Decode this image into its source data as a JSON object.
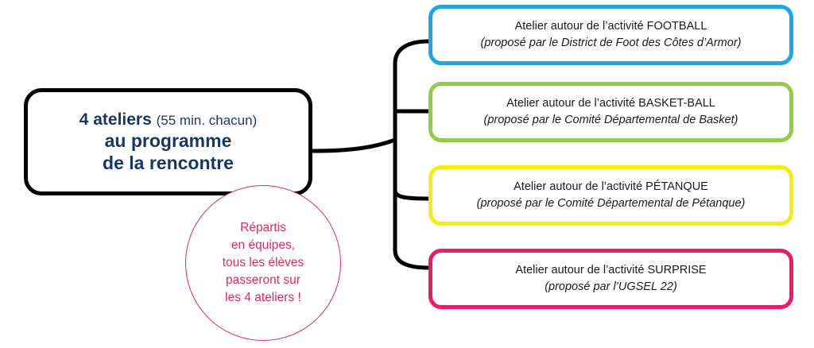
{
  "center": {
    "line1_bold": "4 ateliers",
    "line1_sub": "(55 min. chacun)",
    "line2": "au programme",
    "line3": "de la rencontre"
  },
  "note": {
    "lines": [
      "Répartis",
      "en équipes,",
      "tous les élèves",
      "passeront sur",
      "les 4 ateliers !"
    ]
  },
  "workshops": [
    {
      "title": "Atelier autour de l’activité FOOTBALL",
      "subtitle": "(proposé par le District de Foot des Côtes d’Armor)",
      "color": "#1ea7e1"
    },
    {
      "title": "Atelier autour de l’activité BASKET-BALL",
      "subtitle": "(proposé par le Comité Départemental de Basket)",
      "color": "#8fcd4a"
    },
    {
      "title": "Atelier autour de l’activité PÉTANQUE",
      "subtitle": "(proposé par le Comité Départemental de Pétanque)",
      "color": "#f4ed14"
    },
    {
      "title": "Atelier autour de l’activité SURPRISE",
      "subtitle": "(proposé par l’UGSEL 22)",
      "color": "#ec1b66"
    }
  ],
  "colors": {
    "center_text": "#17375e",
    "center_border": "#000000",
    "note_text": "#e0285e",
    "connector": "#000000"
  }
}
